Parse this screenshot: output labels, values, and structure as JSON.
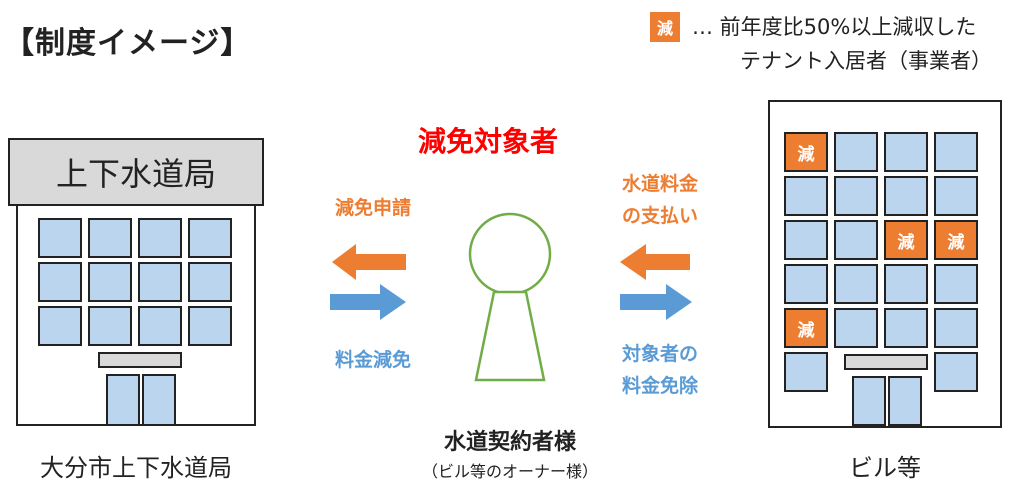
{
  "title": "【制度イメージ】",
  "legend": {
    "badge": "減",
    "line1": "… 前年度比50%以上減収した",
    "line2": "テナント入居者（事業者）"
  },
  "left_building": {
    "sign": "上下水道局",
    "caption": "大分市上下水道局"
  },
  "center": {
    "heading": "減免対象者",
    "person_name": "水道契約者様",
    "person_sub": "（ビル等のオーナー様）",
    "left_orange": "減免申請",
    "left_blue": "料金減免",
    "right_orange_1": "水道料金",
    "right_orange_2": "の支払い",
    "right_blue_1": "対象者の",
    "right_blue_2": "料金免除"
  },
  "right_building": {
    "caption": "ビル等",
    "badge": "減"
  },
  "colors": {
    "orange": "#ED7D31",
    "blue": "#5B9BD5",
    "red": "#FF0000",
    "green": "#70AD47",
    "window": "#bcd5ee"
  }
}
